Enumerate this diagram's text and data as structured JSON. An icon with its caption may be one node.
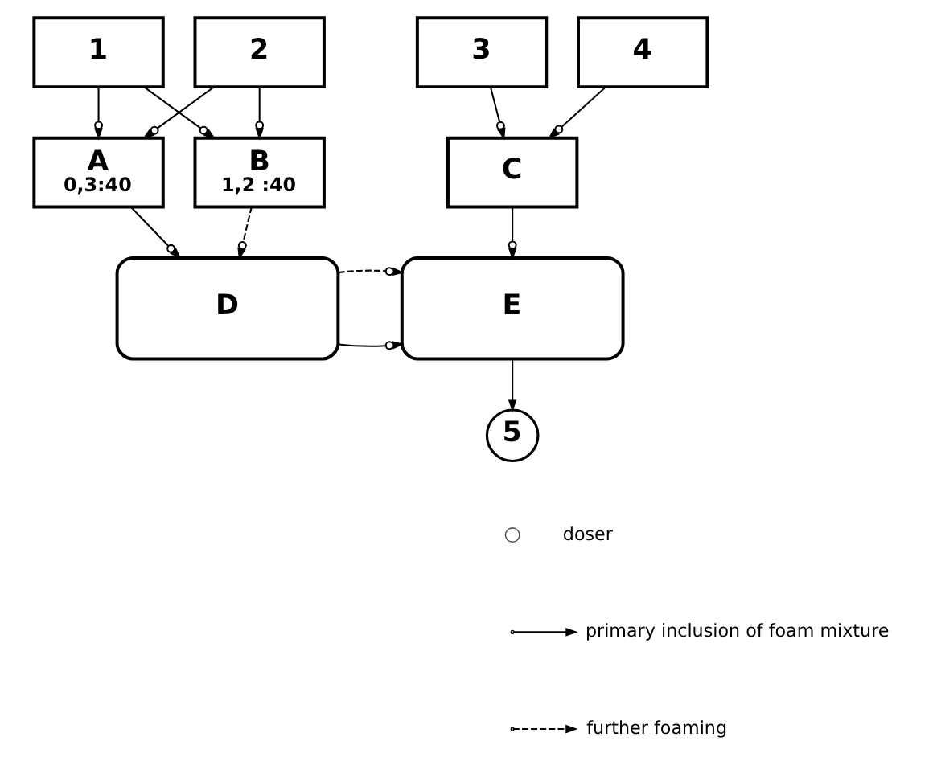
{
  "diagram": {
    "nodes": [
      {
        "text": [
          "1"
        ]
      },
      {
        "text": [
          "2"
        ]
      },
      {
        "text": [
          "3"
        ]
      },
      {
        "text": [
          "4"
        ]
      },
      {
        "text": [
          "A",
          "0,3:40"
        ]
      },
      {
        "text": [
          "B",
          "1,2 :40"
        ]
      },
      {
        "text": [
          "C"
        ]
      },
      {
        "text": [
          "D"
        ]
      },
      {
        "text": [
          "E"
        ]
      },
      {
        "text": [
          "5"
        ]
      }
    ],
    "edges": [
      {
        "from": 0,
        "to": 4,
        "arrow": "to"
      },
      {
        "from": 1,
        "to": 4,
        "arrow": "to"
      },
      {
        "from": 0,
        "to": 5,
        "arrow": "to"
      },
      {
        "from": 1,
        "to": 5,
        "arrow": "to"
      },
      {
        "from": 2,
        "to": 6,
        "arrow": "to"
      },
      {
        "from": 3,
        "to": 6,
        "arrow": "to"
      },
      {
        "from": 4,
        "to": 7,
        "arrow": "to"
      },
      {
        "from": 5,
        "to": 7,
        "arrow": "to",
        "style": "dashed"
      },
      {
        "from": 6,
        "to": 8,
        "arrow": "to"
      },
      {
        "from": 7,
        "to": 8,
        "arrow": "to"
      },
      {
        "from": 7,
        "to": 8,
        "arrow": "to",
        "style": "dashed"
      },
      {
        "from": 8,
        "to": 9,
        "arrow": "to"
      }
    ],
    "legend": [
      {
        "text": "doser"
      },
      {
        "text": "primary inclusion of foam mixture"
      },
      {
        "text": "further foaming"
      }
    ]
  }
}
